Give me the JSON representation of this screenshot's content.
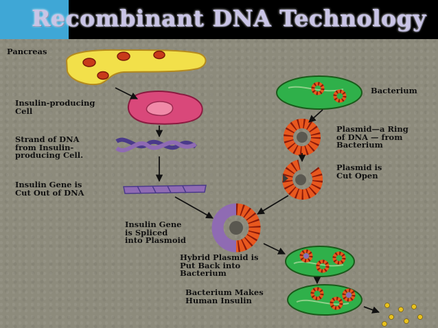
{
  "title": "Recombinant DNA Technology",
  "colors": {
    "title_bar": "#000000",
    "title_accent": "#3fa7d6",
    "title_text": "#c9c4e6",
    "background": "#8d8b7c",
    "pancreas": "#f2e04a",
    "cell": "#d9487a",
    "plasmid": "#e8581e",
    "bacterium": "#2fb04a",
    "insulin_gene": "#8f6bb3",
    "insulin_dots": "#e8c21e"
  },
  "labels": {
    "pancreas": [
      "Pancreas"
    ],
    "insulin_cell": [
      "Insulin-producing",
      "Cell"
    ],
    "dna_strand": [
      "Strand of DNA",
      "from Insulin-",
      "producing Cell."
    ],
    "gene_cut": [
      "Insulin Gene is",
      "Cut Out of DNA"
    ],
    "bacterium": [
      "Bacterium"
    ],
    "plasmid_ring": [
      "Plasmid—a Ring",
      "of DNA — from",
      "Bacterium"
    ],
    "plasmid_cut": [
      "Plasmid is",
      "Cut Open"
    ],
    "spliced": [
      "Insulin Gene",
      "is Spliced",
      "into Plasmoid"
    ],
    "hybrid": [
      "Hybrid Plasmid is",
      "Put Back into",
      "Bacterium"
    ],
    "makes_insulin": [
      "Bacterium Makes",
      "Human Insulin"
    ]
  }
}
